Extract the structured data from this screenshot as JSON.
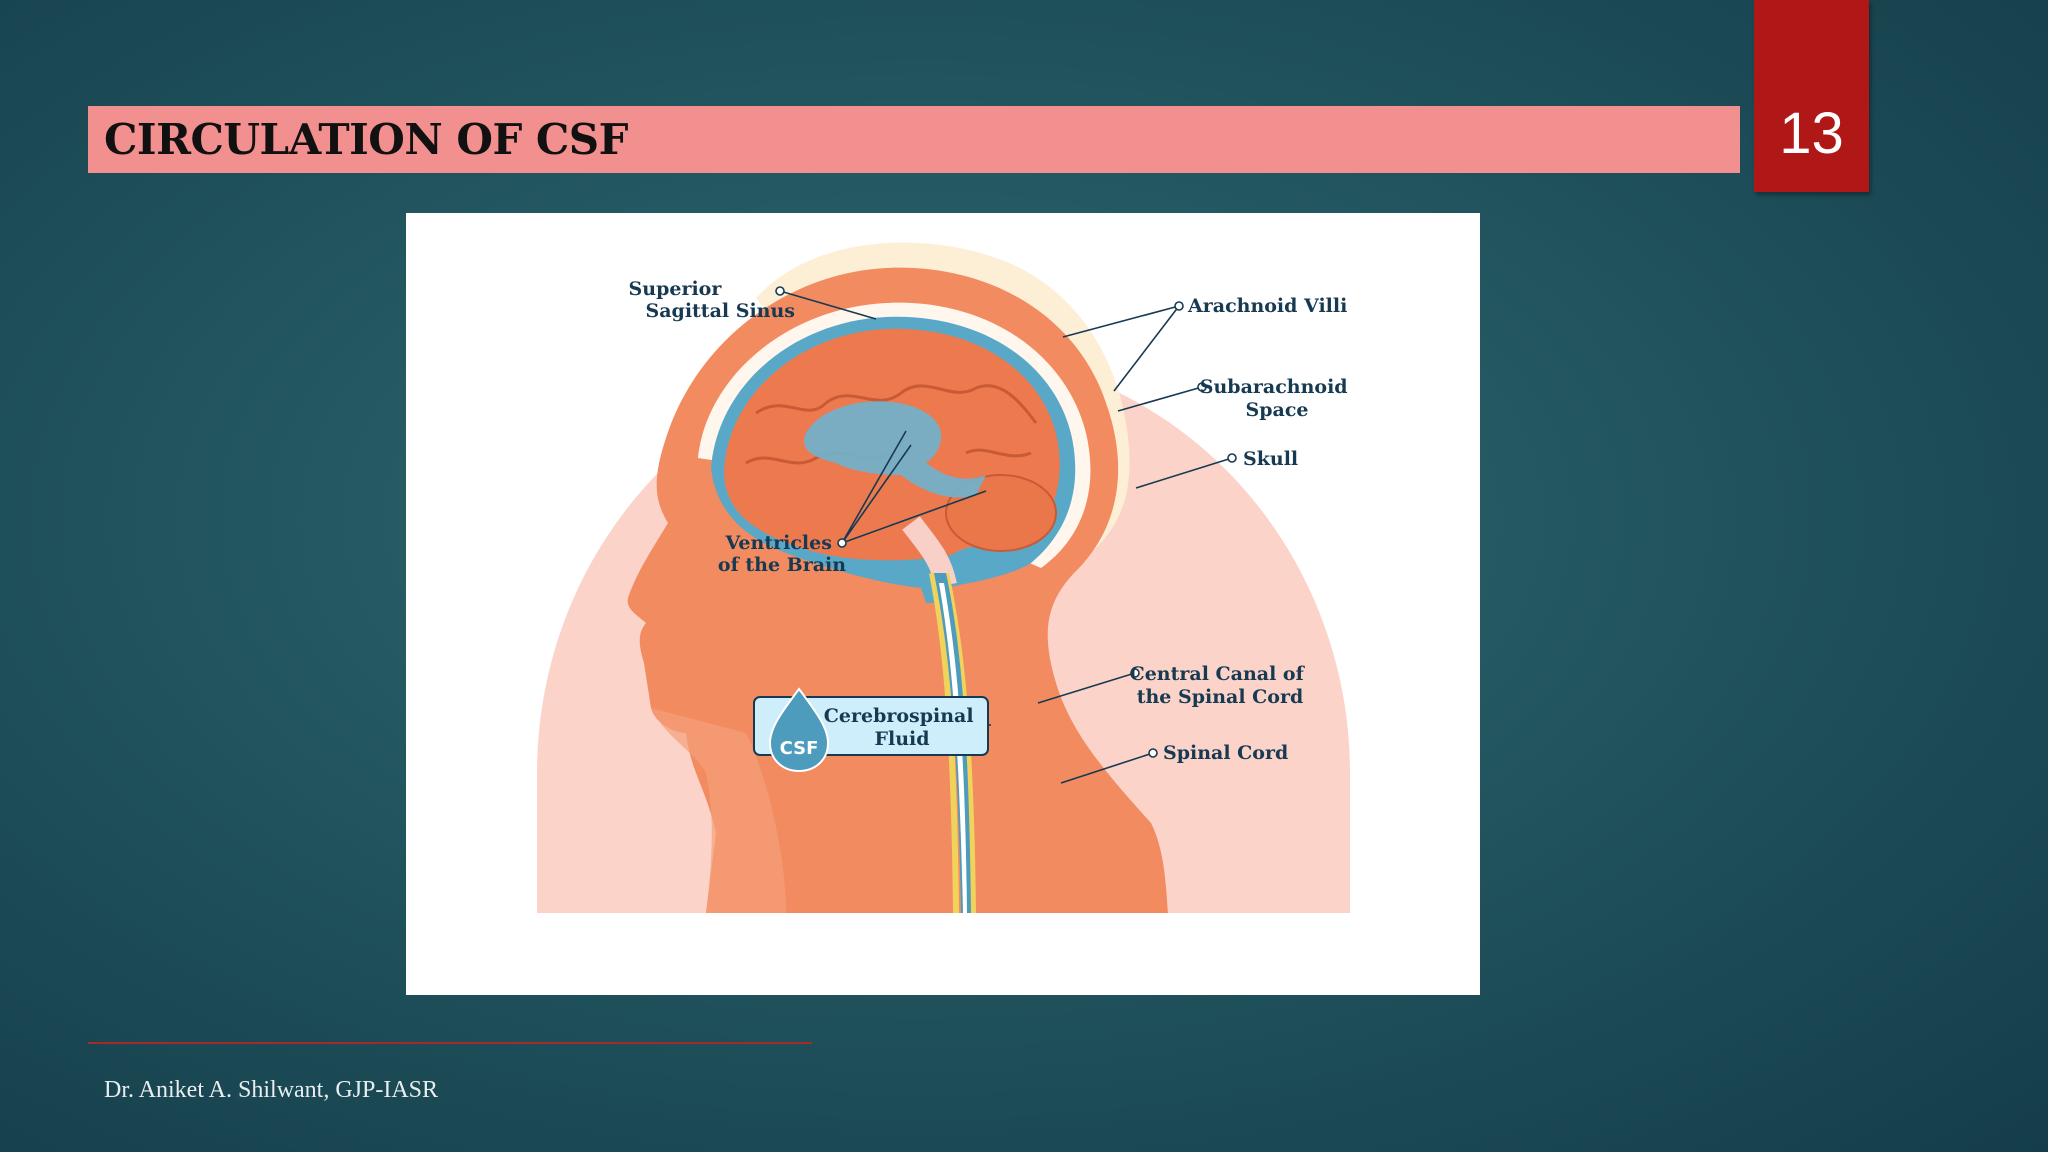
{
  "slide": {
    "title": "CIRCULATION OF CSF",
    "number": "13",
    "footer": "Dr. Aniket A. Shilwant, GJP-IASR"
  },
  "diagram": {
    "labels": {
      "superior_sagittal_sinus": [
        "Superior",
        "Sagittal Sinus"
      ],
      "arachnoid_villi": "Arachnoid Villi",
      "subarachnoid_space": [
        "Subarachnoid",
        "Space"
      ],
      "skull": "Skull",
      "ventricles": [
        "Ventricles",
        "of the Brain"
      ],
      "central_canal": [
        "Central Canal of",
        "the Spinal Cord"
      ],
      "spinal_cord": "Spinal Cord",
      "csf_badge": "CSF",
      "csf_box": [
        "Cerebrospinal",
        "Fluid"
      ]
    }
  },
  "colors": {
    "title_bar": "#f28f8f",
    "slide_number_box": "#b01717",
    "footer_rule": "#a52a2a",
    "label_text": "#173a52"
  }
}
